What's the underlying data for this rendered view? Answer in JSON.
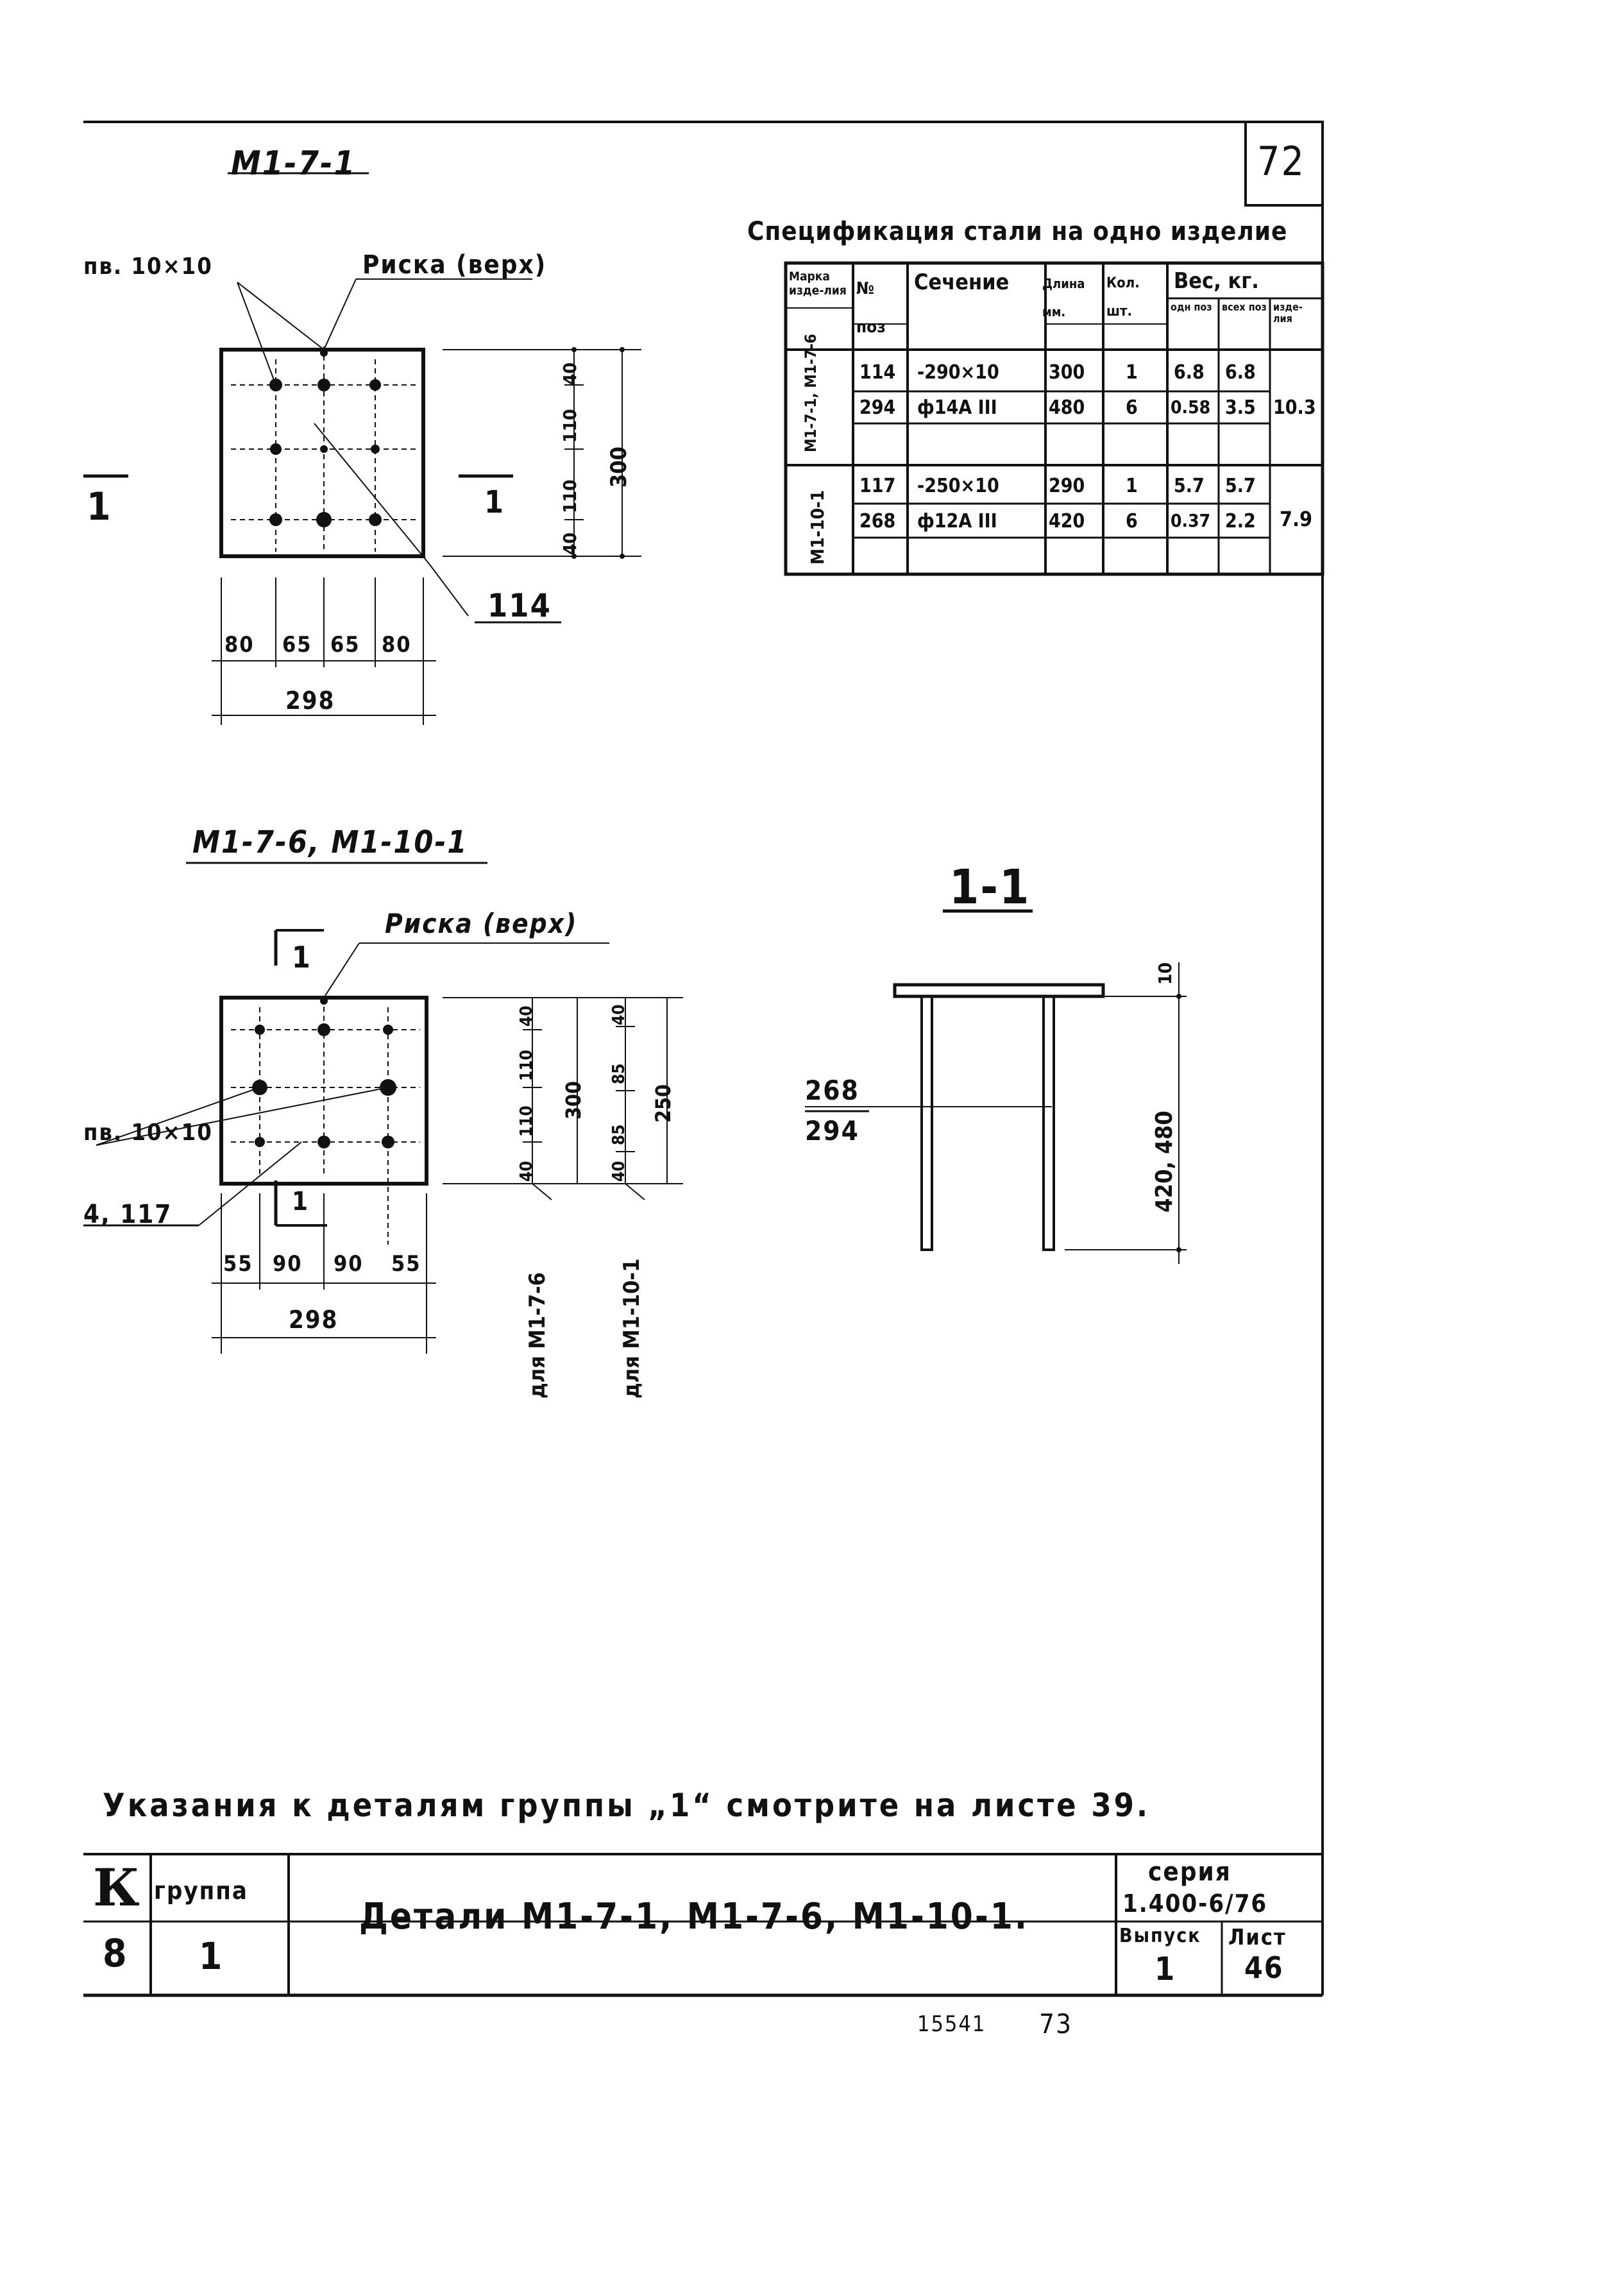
{
  "sheet_number": "72",
  "drawing1": {
    "title": "M1-7-1",
    "weld_label": "пв. 10×10",
    "risk_label": "Риска (верх)",
    "section_mark": "1",
    "pos_label": "114",
    "dims_vertical": [
      "40",
      "110",
      "110",
      "40"
    ],
    "dim_total_vertical": "300",
    "dims_horizontal": [
      "80",
      "65",
      "65",
      "80"
    ],
    "dim_total_horizontal": "298"
  },
  "drawing2": {
    "title": "M1-7-6, M1-10-1",
    "weld_label": "пв. 10×10",
    "risk_label": "Риска (верх)",
    "section_mark": "1",
    "pos_label": "4, 117",
    "dims_vertical_a": [
      "40",
      "110",
      "110",
      "40"
    ],
    "dim_total_a": "300",
    "dims_vertical_b": [
      "40",
      "85",
      "85",
      "40"
    ],
    "dim_total_b": "250",
    "note_a": "для М1-7-6",
    "note_b": "для М1-10-1",
    "dims_horizontal": [
      "55",
      "90",
      "90",
      "55"
    ],
    "dim_total_horizontal": "298"
  },
  "section": {
    "title": "1-1",
    "thickness": "10",
    "pos_labels": [
      "268",
      "294"
    ],
    "length_label": "420, 480"
  },
  "spec": {
    "title": "Спецификация стали на одно изделие",
    "headers": {
      "mark": "Марка изде-лия",
      "pos": "№ поз",
      "section": "Сечение",
      "length": "Длина мм.",
      "qty": "Кол. шт.",
      "weight": "Вес, кг.",
      "w_one": "одн поз",
      "w_all": "всех поз",
      "w_item": "изде-лия"
    },
    "groups": [
      {
        "mark": "М1-7-1, М1-7-6",
        "item_weight": "10.3",
        "rows": [
          {
            "pos": "114",
            "section": "-290×10",
            "length": "300",
            "qty": "1",
            "w_one": "6.8",
            "w_all": "6.8"
          },
          {
            "pos": "294",
            "section": "ф14А III",
            "length": "480",
            "qty": "6",
            "w_one": "0.58",
            "w_all": "3.5"
          }
        ]
      },
      {
        "mark": "М1-10-1",
        "item_weight": "7.9",
        "rows": [
          {
            "pos": "117",
            "section": "-250×10",
            "length": "290",
            "qty": "1",
            "w_one": "5.7",
            "w_all": "5.7"
          },
          {
            "pos": "268",
            "section": "ф12А III",
            "length": "420",
            "qty": "6",
            "w_one": "0.37",
            "w_all": "2.2"
          }
        ]
      }
    ]
  },
  "note": "Указания к деталям группы „1“ смотрите на листе 39.",
  "title_block": {
    "k": "К",
    "k_value": "8",
    "group_label": "группа",
    "group_value": "1",
    "name": "Детали М1-7-1, М1-7-6, М1-10-1.",
    "series_label": "серия",
    "series_value": "1.400-6/76",
    "issue_label": "Выпуск",
    "issue_value": "1",
    "sheet_label": "Лист",
    "sheet_value": "46"
  },
  "footer": {
    "code": "15541",
    "page": "73"
  }
}
